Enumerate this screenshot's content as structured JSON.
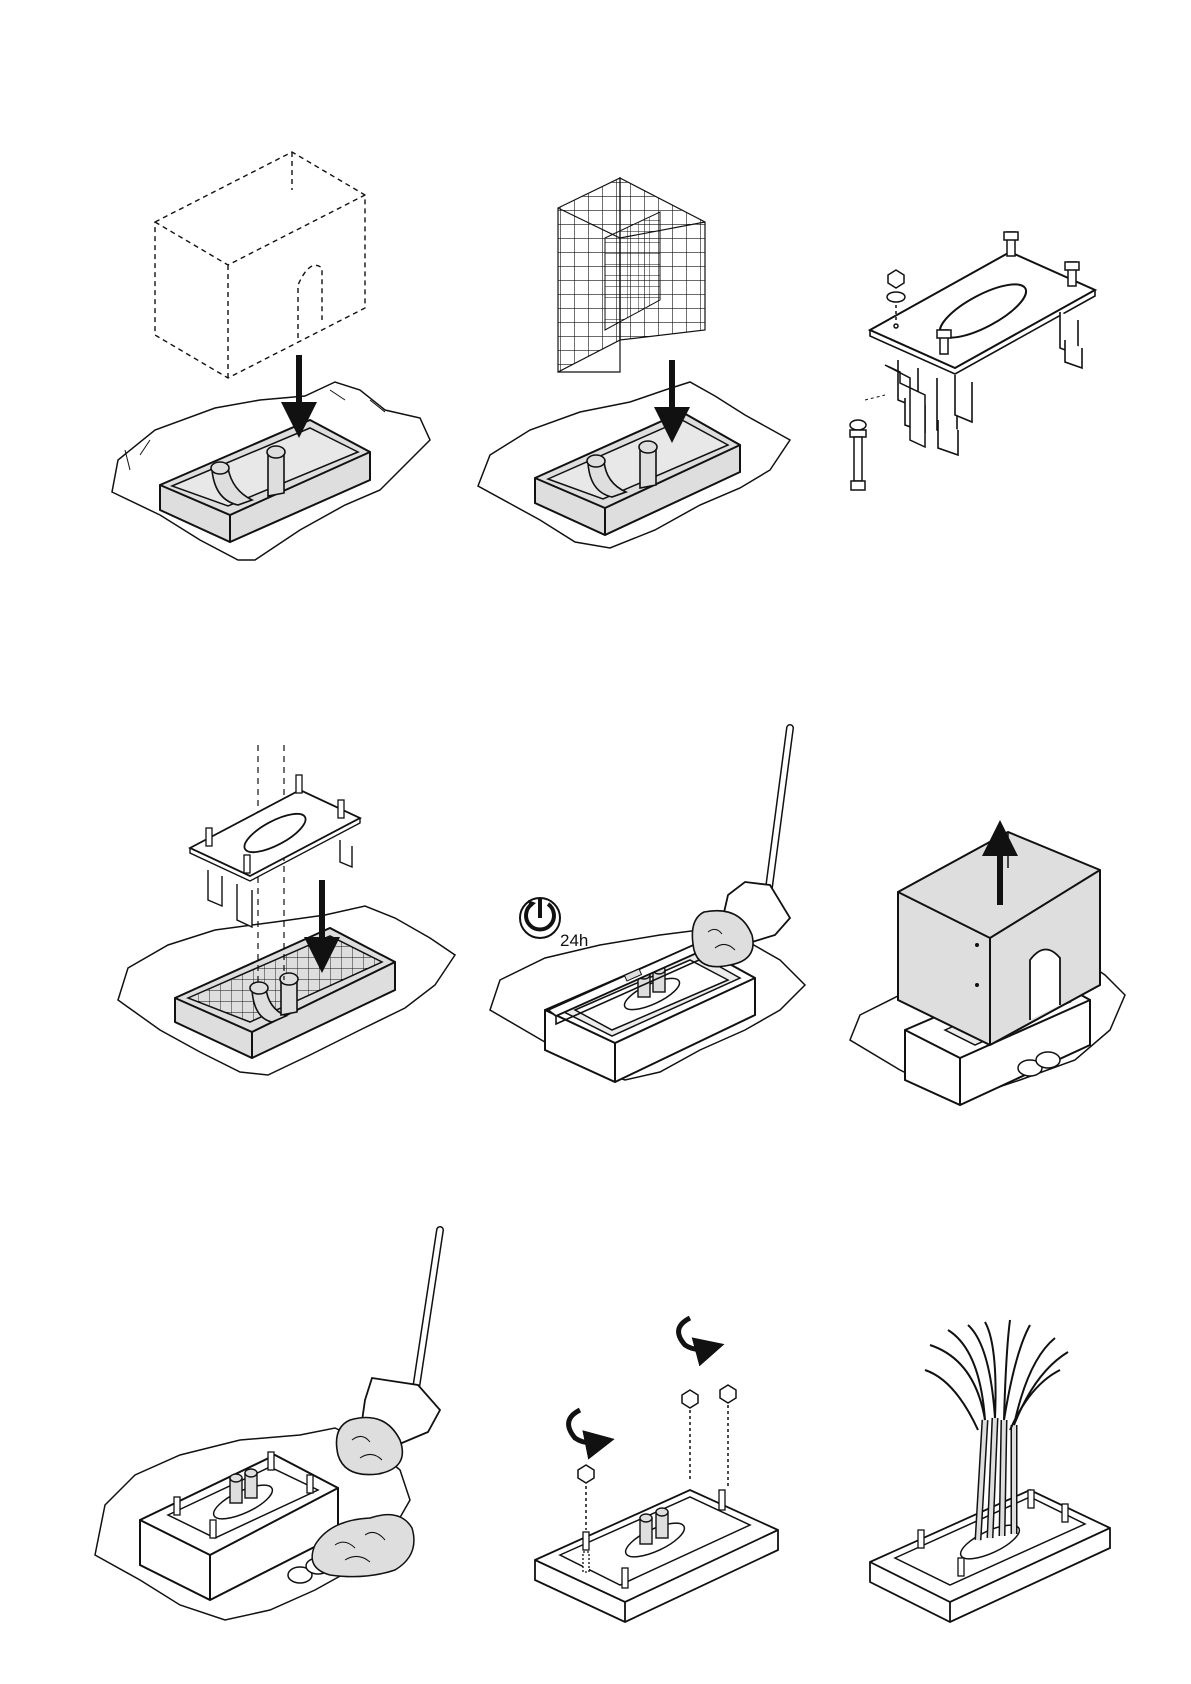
{
  "document": {
    "type": "installation instructions sheet",
    "steps": [
      {
        "id": 1,
        "icon": "formwork-box-icon"
      },
      {
        "id": 2,
        "icon": "rebar-cage-icon"
      },
      {
        "id": 3,
        "icon": "anchor-plate-assembly-icon"
      },
      {
        "id": 4,
        "icon": "insert-anchor-plate-icon"
      },
      {
        "id": 5,
        "icon": "pour-and-level-icon"
      },
      {
        "id": 6,
        "icon": "remove-formwork-icon"
      },
      {
        "id": 7,
        "icon": "backfill-icon"
      },
      {
        "id": 8,
        "icon": "fit-nuts-icon"
      },
      {
        "id": 9,
        "icon": "route-cables-icon"
      }
    ],
    "curing_time_label": "24h",
    "colors": {
      "ink": "#111111",
      "fill_grey": "#dedede",
      "paper": "#ffffff"
    }
  }
}
